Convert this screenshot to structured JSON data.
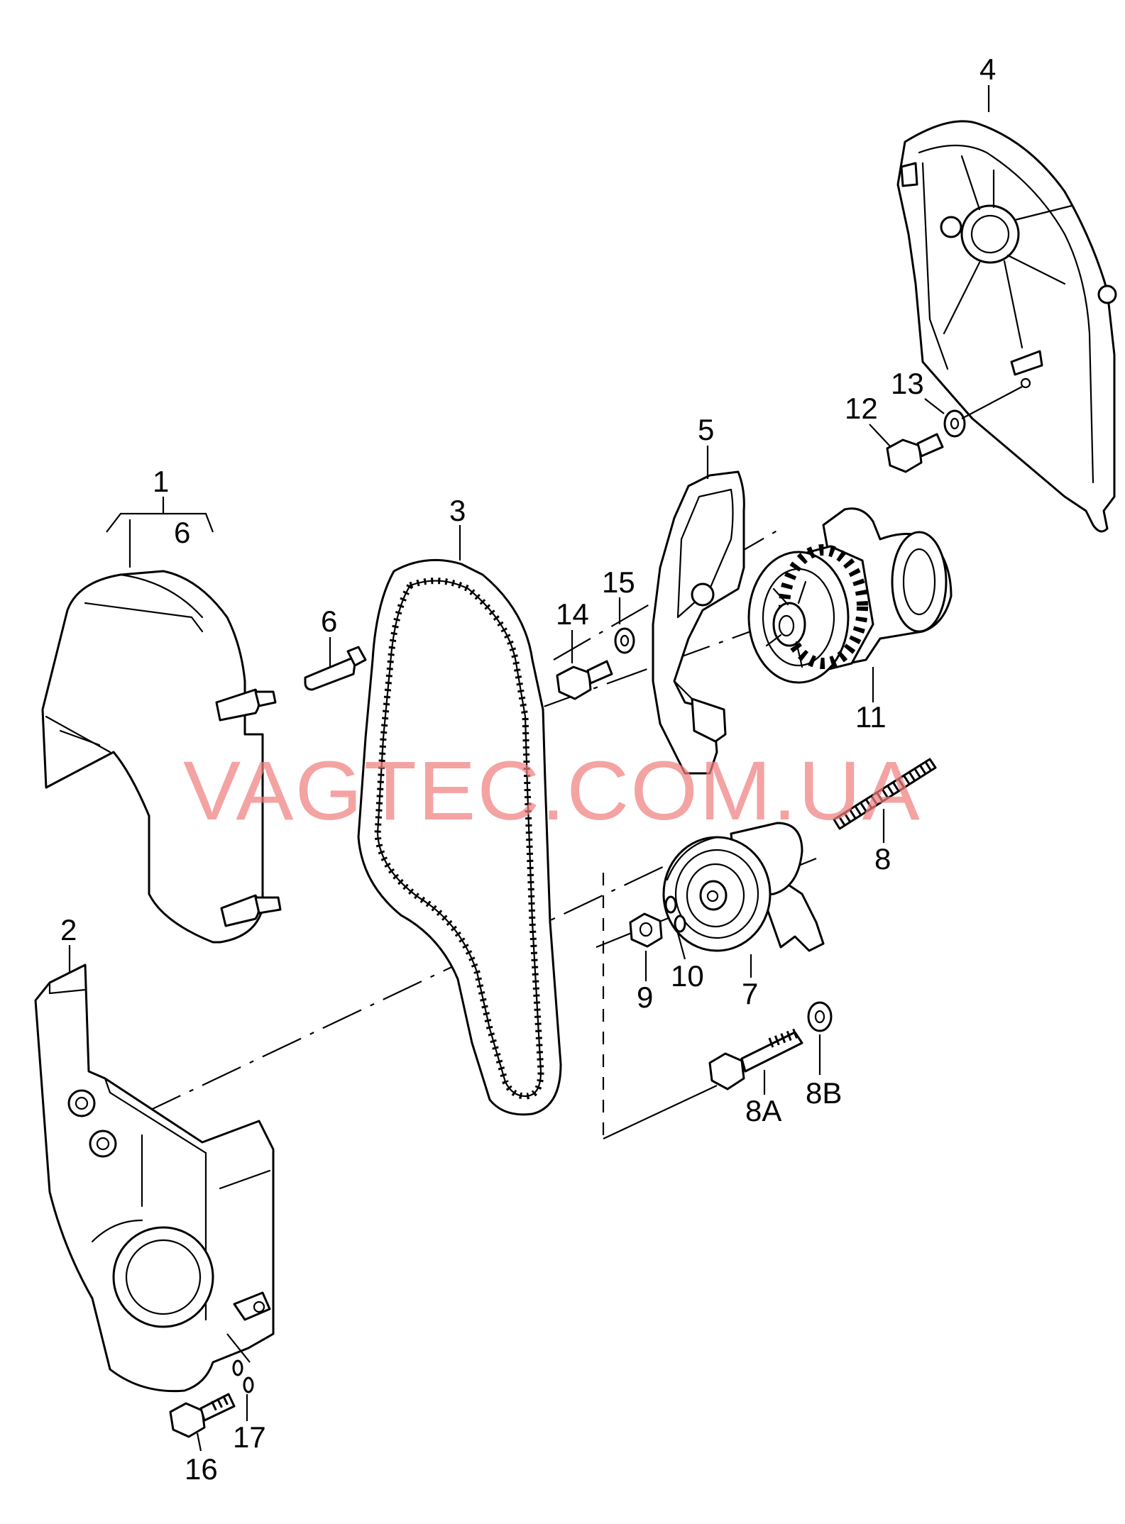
{
  "watermark": "VAGTEC.COM.UA",
  "callouts": {
    "c1": "1",
    "c2": "2",
    "c3": "3",
    "c4": "4",
    "c5": "5",
    "c6a": "6",
    "c6b": "6",
    "c7": "7",
    "c8": "8",
    "c8a": "8A",
    "c8b": "8B",
    "c9": "9",
    "c10": "10",
    "c11": "11",
    "c12": "12",
    "c13": "13",
    "c14": "14",
    "c15": "15",
    "c16": "16",
    "c17": "17"
  },
  "colors": {
    "line": "#000000",
    "watermark": "#f08080",
    "background": "#ffffff"
  }
}
